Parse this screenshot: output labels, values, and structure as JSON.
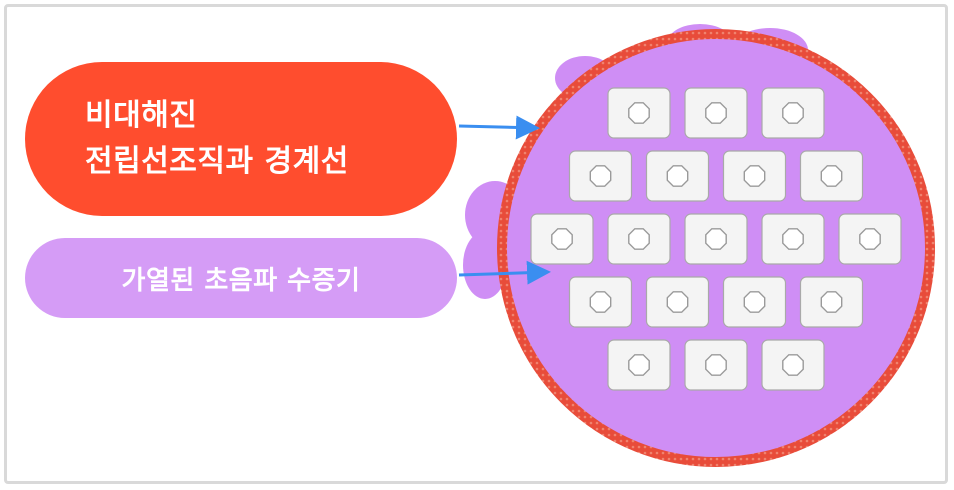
{
  "labels": {
    "hypertrophied": {
      "line1": "비대해진",
      "line2": "전립선조직과 경계선",
      "color": "#ff4d2e"
    },
    "ultrasound": {
      "text": "가열된 초음파 수증기",
      "color": "#d59cf6"
    }
  },
  "cell_rows": [
    3,
    4,
    5,
    4,
    3
  ],
  "colors": {
    "tissue": "#cf8ef5",
    "boundary": "#e84c3a",
    "arrow": "#3a8ef0",
    "cell_fill": "#f4f4f4",
    "cell_stroke": "#a9a9a9"
  }
}
